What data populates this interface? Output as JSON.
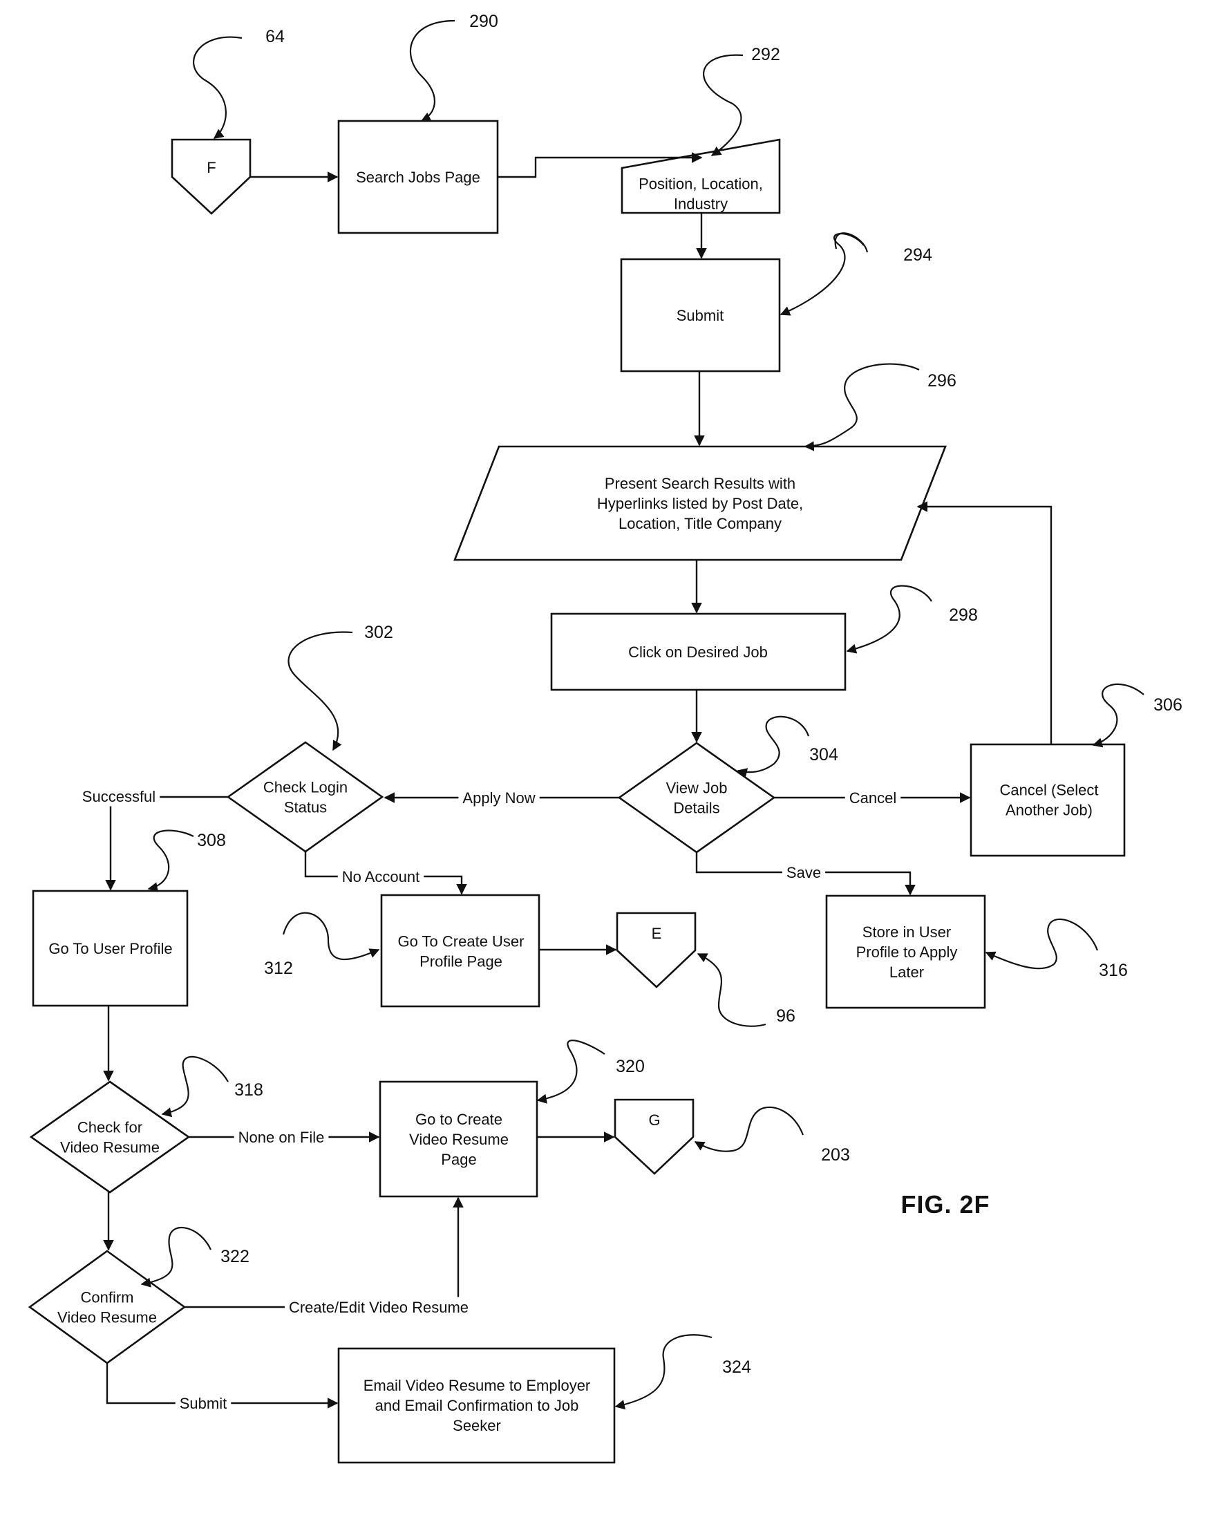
{
  "figure_label": "FIG. 2F",
  "nodes": {
    "connector_f": "F",
    "search_jobs_page": "Search Jobs Page",
    "position_input": "Position, Location,|Industry",
    "submit_box": "Submit",
    "present_results": "Present Search Results with|Hyperlinks listed by Post Date,|Location, Title Company",
    "click_job": "Click on Desired Job",
    "view_job_details": "View Job|Details",
    "check_login": "Check Login|Status",
    "cancel_select": "Cancel (Select|Another Job)",
    "store_profile": "Store in User|Profile to Apply|Later",
    "user_profile": "Go To User Profile",
    "create_user_profile": "Go To Create User|Profile Page",
    "connector_e": "E",
    "check_video": "Check for|Video Resume",
    "create_video": "Go to Create|Video Resume|Page",
    "connector_g": "G",
    "confirm_video": "Confirm|Video Resume",
    "email_resume": "Email Video Resume to Employer|and Email Confirmation to Job|Seeker"
  },
  "edge_labels": {
    "apply_now": "Apply Now",
    "cancel": "Cancel",
    "save": "Save",
    "successful": "Successful",
    "no_account": "No Account",
    "none_on_file": "None on File",
    "create_edit": "Create/Edit Video Resume",
    "submit": "Submit"
  },
  "refs": {
    "r64": "64",
    "r290": "290",
    "r292": "292",
    "r294": "294",
    "r296": "296",
    "r298": "298",
    "r302": "302",
    "r304": "304",
    "r306": "306",
    "r308": "308",
    "r312": "312",
    "r96": "96",
    "r316": "316",
    "r318": "318",
    "r320": "320",
    "r203": "203",
    "r322": "322",
    "r324": "324"
  }
}
